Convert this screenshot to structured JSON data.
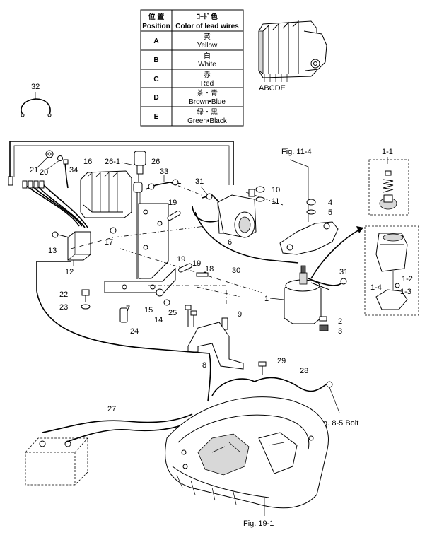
{
  "color_table": {
    "header_position": [
      "位 置",
      "Position"
    ],
    "header_color": [
      "ｺｰﾄﾞ色",
      "Color of lead wires"
    ],
    "rows": [
      {
        "position": "A",
        "color_jp": "黄",
        "color_en": "Yellow"
      },
      {
        "position": "B",
        "color_jp": "白",
        "color_en": "White"
      },
      {
        "position": "C",
        "color_jp": "赤",
        "color_en": "Red"
      },
      {
        "position": "D",
        "color_jp": "茶・青",
        "color_en": "Brown•Blue"
      },
      {
        "position": "E",
        "color_jp": "緑・黒",
        "color_en": "Green•Black"
      }
    ]
  },
  "connector_letters": "ABCDE",
  "part_labels": {
    "p1": "1",
    "p1_1": "1-1",
    "p1_2": "1-2",
    "p1_3": "1-3",
    "p1_4": "1-4",
    "p2": "2",
    "p3": "3",
    "p4": "4",
    "p5": "5",
    "p6": "6",
    "p7": "7",
    "p8": "8",
    "p9": "9",
    "p10": "10",
    "p11": "11",
    "p12": "12",
    "p13": "13",
    "p14": "14",
    "p15": "15",
    "p16": "16",
    "p17": "17",
    "p18": "18",
    "p19a": "19",
    "p19b": "19",
    "p19c": "19",
    "p20": "20",
    "p21": "21",
    "p22": "22",
    "p23": "23",
    "p24": "24",
    "p25": "25",
    "p26": "26",
    "p26_1": "26-1",
    "p27": "27",
    "p28": "28",
    "p29": "29",
    "p30": "30",
    "p31a": "31",
    "p31b": "31",
    "p32": "32",
    "p33": "33",
    "p34": "34"
  },
  "figure_refs": {
    "fig_11_4": "Fig. 11-4",
    "fig_8_5": "Fig. 8-5 Bolt",
    "fig_19_1": "Fig. 19-1"
  }
}
